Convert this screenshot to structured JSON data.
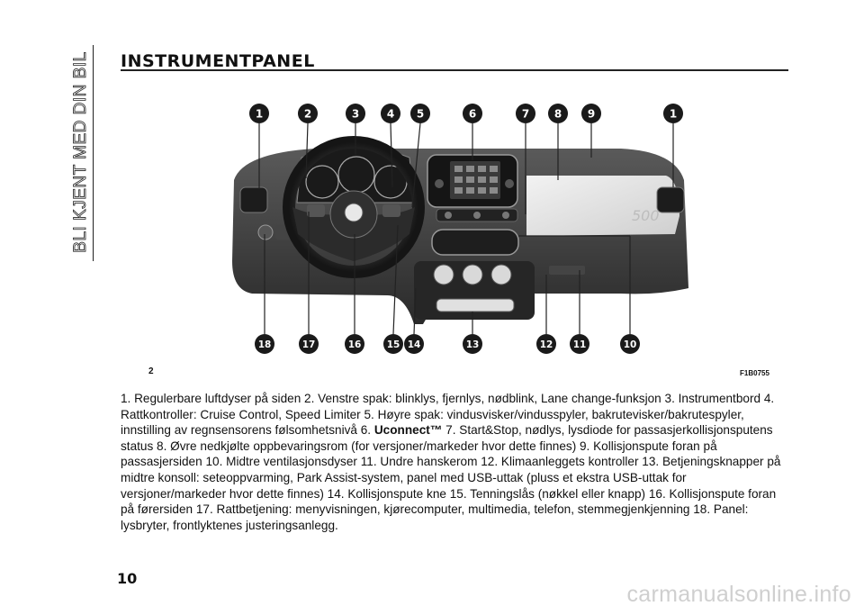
{
  "sidebar": {
    "section_label": "BLI KJENT MED DIN BIL"
  },
  "page": {
    "title": "INSTRUMENTPANEL",
    "number": "10"
  },
  "figure": {
    "number": "2",
    "code": "F1B0755",
    "top_callouts": [
      "1",
      "2",
      "3",
      "4",
      "5",
      "6",
      "7",
      "8",
      "9",
      "1"
    ],
    "bottom_callouts": [
      "18",
      "17",
      "16",
      "15",
      "14",
      "13",
      "12",
      "11",
      "10"
    ],
    "badge_text": "500",
    "colors": {
      "callout_fill": "#1a1a1a",
      "dash_dark": "#2e2e2e",
      "dash_panel": "#e6e6e6"
    }
  },
  "caption": {
    "part1": "1. Regulerbare luftdyser på siden 2. Venstre spak: blinklys, fjernlys, nødblink, Lane change-funksjon 3. Instrumentbord 4. Rattkontroller: Cruise Control, Speed Limiter 5. Høyre spak: vindusvisker/vindusspyler, bakrutevisker/bakrutespyler, innstilling av regnsensorens følsomhetsnivå 6. ",
    "highlight": "Uconnect™",
    "part2": " 7. Start&Stop, nødlys, lysdiode for passasjerkollisjonsputens status 8. Øvre nedkjølte oppbevaringsrom (for versjoner/markeder hvor dette finnes) 9. Kollisjonspute foran på passasjersiden 10. Midtre ventilasjonsdyser 11. Undre hanskerom 12. Klimaanleggets kontroller 13. Betjeningsknapper på midtre konsoll: seteoppvarming, Park Assist-system, panel med USB-uttak (pluss et ekstra USB-uttak for versjoner/markeder hvor dette finnes) 14. Kollisjonspute kne 15. Tenningslås (nøkkel eller knapp) 16. Kollisjonspute foran på førersiden 17. Rattbetjening: menyvisningen, kjørecomputer, multimedia, telefon, stemmegjenkjenning 18. Panel: lysbryter, frontlyktenes justeringsanlegg."
  },
  "watermark": "carmanualsonline.info"
}
